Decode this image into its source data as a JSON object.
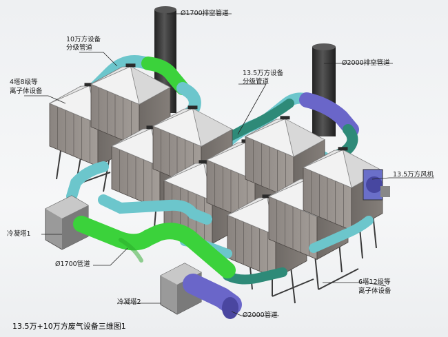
{
  "labels": {
    "chimney_1700": "Ø1700排空管道",
    "chimney_2000": "Ø2000排空管道",
    "branch_10w_line1": "10万方设备",
    "branch_10w_line2": "分级管道",
    "branch_13_5w_line1": "13.5万方设备",
    "branch_13_5w_line2": "分级管道",
    "tower4_line1": "4塔8级等",
    "tower4_line2": "离子体设备",
    "fan_13_5w": "13.5万方风机",
    "cooling_tower_1": "冷凝塔1",
    "duct_1700": "Ø1700管道",
    "tower6_line1": "6塔12级等",
    "tower6_line2": "离子体设备",
    "cooling_tower_2": "冷凝塔2",
    "duct_2000": "Ø2000管道"
  },
  "caption": "13.5万+10万方废气设备三维图1",
  "colors": {
    "pipe_cyan": "#6cc6cc",
    "pipe_teal": "#2e8a78",
    "pipe_green": "#3bd23b",
    "pipe_blue": "#6a66c9",
    "chimney": "#3a3a3a",
    "box_body": "#8f8a86",
    "box_roof": "#e9e9e9",
    "cooler": "#9a9a9a"
  }
}
